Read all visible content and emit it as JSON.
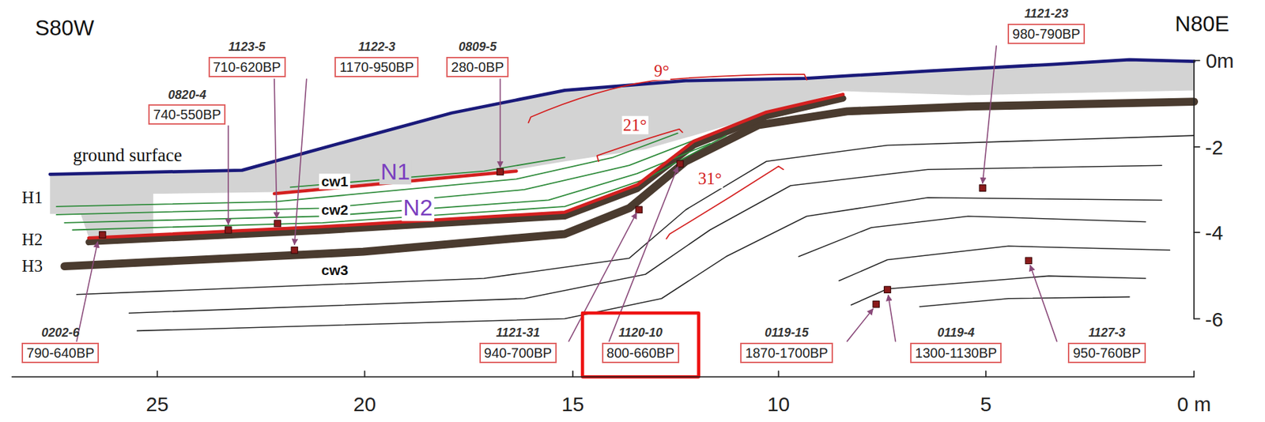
{
  "diagram": {
    "nodes": [
      {
        "text": [
          "1121-23",
          "980-790BP"
        ]
      },
      {
        "text": [
          "1123-5",
          "710-620BP"
        ]
      },
      {
        "text": [
          "1122-3",
          "1170-950BP"
        ]
      },
      {
        "text": [
          "0809-5",
          "280-0BP"
        ]
      },
      {
        "text": [
          "0820-4",
          "740-550BP"
        ]
      },
      {
        "text": [
          "0202-6",
          "790-640BP"
        ]
      },
      {
        "text": [
          "1121-31",
          "940-700BP"
        ]
      },
      {
        "text": [
          "1120-10",
          "800-660BP"
        ]
      },
      {
        "text": [
          "0119-15",
          "1870-1700BP"
        ]
      },
      {
        "text": [
          "0119-4",
          "1300-1130BP"
        ]
      },
      {
        "text": [
          "1127-3",
          "950-760BP"
        ]
      }
    ],
    "labels": [
      "S80W",
      "N80E",
      "0m",
      "-2",
      "-4",
      "-6",
      "25",
      "20",
      "15",
      "10",
      "5",
      "0 m",
      "ground surface",
      "H1",
      "H2",
      "H3",
      "cw1",
      "cw2",
      "cw3",
      "N1",
      "N2",
      "9°",
      "21°",
      "31°"
    ]
  }
}
